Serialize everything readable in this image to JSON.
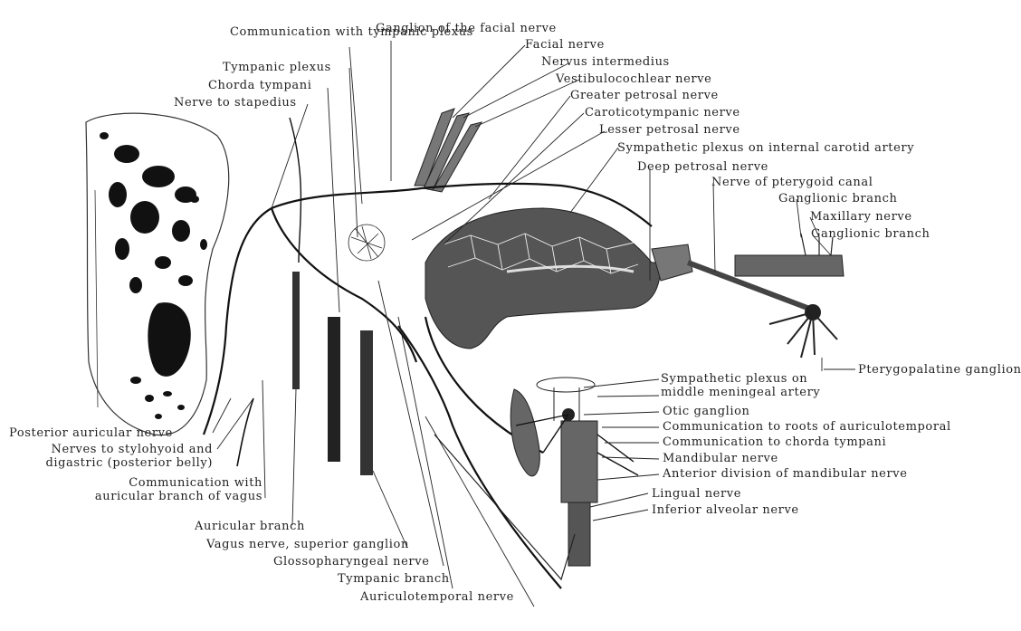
{
  "diagram": {
    "labels": {
      "communication_with_tympanic_plexus": "Communication with tympanic plexus",
      "ganglion_of_facial_nerve": "Ganglion of the facial nerve",
      "facial_nerve": "Facial nerve",
      "tympanic_plexus": "Tympanic plexus",
      "nervus_intermedius": "Nervus intermedius",
      "chorda_tympani_top": "Chorda tympani",
      "vestibulocochlear_nerve": "Vestibulocochlear nerve",
      "nerve_to_stapedius": "Nerve to stapedius",
      "greater_petrosal_nerve": "Greater petrosal nerve",
      "caroticotympanic_nerve": "Caroticotympanic nerve",
      "lesser_petrosal_nerve": "Lesser petrosal nerve",
      "sympathetic_plexus_internal_carotid": "Sympathetic plexus on internal carotid artery",
      "deep_petrosal_nerve": "Deep petrosal nerve",
      "nerve_of_pterygoid_canal": "Nerve of pterygoid canal",
      "ganglionic_branch_1": "Ganglionic branch",
      "maxillary_nerve": "Maxillary nerve",
      "ganglionic_branch_2": "Ganglionic branch",
      "sympathetic_plexus_middle_meningeal": "Sympathetic plexus on middle meningeal artery",
      "pterygopalatine_ganglion": "Pterygopalatine ganglion",
      "otic_ganglion": "Otic ganglion",
      "communication_roots_auriculotemporal": "Communication to roots of auriculotemporal",
      "communication_chorda_tympani": "Communication to chorda tympani",
      "mandibular_nerve": "Mandibular nerve",
      "anterior_division_mandibular": "Anterior division of mandibular nerve",
      "lingual_nerve": "Lingual nerve",
      "inferior_alveolar_nerve": "Inferior alveolar nerve",
      "posterior_auricular_nerve": "Posterior auricular nerve",
      "nerves_to_stylohyoid_digastric": "Nerves to stylohyoid and digastric (posterior belly)",
      "communication_auricular_branch_vagus": "Communication with auricular branch of vagus",
      "auricular_branch": "Auricular branch",
      "vagus_superior_ganglion": "Vagus nerve, superior ganglion",
      "glossopharyngeal_nerve": "Glossopharyngeal nerve",
      "tympanic_branch": "Tympanic branch",
      "auriculotemporal_nerve": "Auriculotemporal nerve"
    }
  }
}
